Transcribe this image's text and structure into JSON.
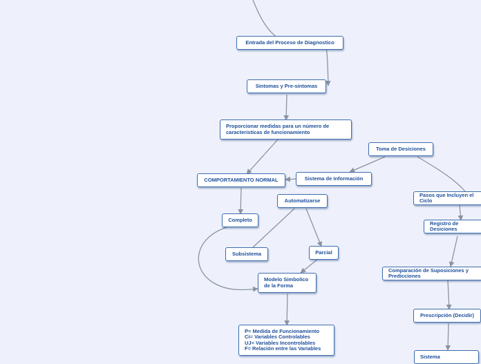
{
  "diagram": {
    "nodes": {
      "entrada": "Entrada del Proceso de Diagnostico",
      "sintomas": "Sintomas y Pre-sintomas",
      "proporcionar": "Proporcionar medidas para un número de\ncaracteristicas de funcionamiento",
      "comportamiento": "COMPORTAMIENTO NORMAL",
      "sistema_info": "Sistema de Información",
      "toma": "Toma de Desiciones",
      "automatizarse": "Automatizarse",
      "completo": "Completo",
      "subsistema": "Subsistema",
      "parcial": "Parcial",
      "modelo": "Modelo Simbolico\nde la Forma",
      "formula": "P= Medida de Funcionamiento\nCi= Variables Controlables\nUJ= Variables Incontrolables\nF= Relación entre las Variables",
      "pasos": "Pasos que Incluyen el Ciclo",
      "registro": "Registro de Desiciones",
      "comparacion": "Comparación de Suposiciones y Predicciones",
      "prescripcion": "Prescripción (Decidir)",
      "sistema": "Sistema"
    },
    "colors": {
      "background": "#eef1fb",
      "node_border": "#3c6db0",
      "node_text": "#1d4f9a",
      "connector": "#8a93a3"
    }
  }
}
